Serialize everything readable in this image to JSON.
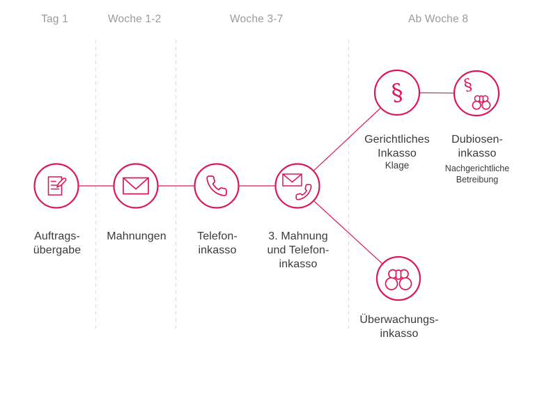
{
  "colors": {
    "accent_pink": "#dd155c",
    "node_fill": "#ffffff",
    "label_text": "#3a3a3a",
    "header_text": "#9a9a9a",
    "separator_gray": "#dadada"
  },
  "timeline_headers": [
    "Tag 1",
    "Woche 1-2",
    "Woche 3-7",
    "Ab Woche 8"
  ],
  "nodes": [
    {
      "id": "auftragsuebergabe",
      "icon": "document-pencil-icon",
      "label": "Auftrags-\nübergabe"
    },
    {
      "id": "mahnungen",
      "icon": "envelope-icon",
      "label": "Mahnungen"
    },
    {
      "id": "telefoninkasso",
      "icon": "phone-icon",
      "label": "Telefon-\ninkasso"
    },
    {
      "id": "dritte-mahnung-telefoninkasso",
      "icon": "envelope-phone-icon",
      "label": "3. Mahnung\nund Telefon-\ninkasso"
    },
    {
      "id": "gerichtliches-inkasso",
      "icon": "section-sign-icon",
      "label": "Gerichtliches\nInkasso",
      "sublabel": "Klage"
    },
    {
      "id": "dubioseninkasso",
      "icon": "section-sign-binoculars-icon",
      "label": "Dubiosen-\ninkasso",
      "sublabel": "Nachgerichtliche\nBetreibung"
    },
    {
      "id": "ueberwachungsinkasso",
      "icon": "binoculars-icon",
      "label": "Überwachungs-\ninkasso"
    }
  ],
  "icons": {
    "section_sign_glyph": "§"
  }
}
